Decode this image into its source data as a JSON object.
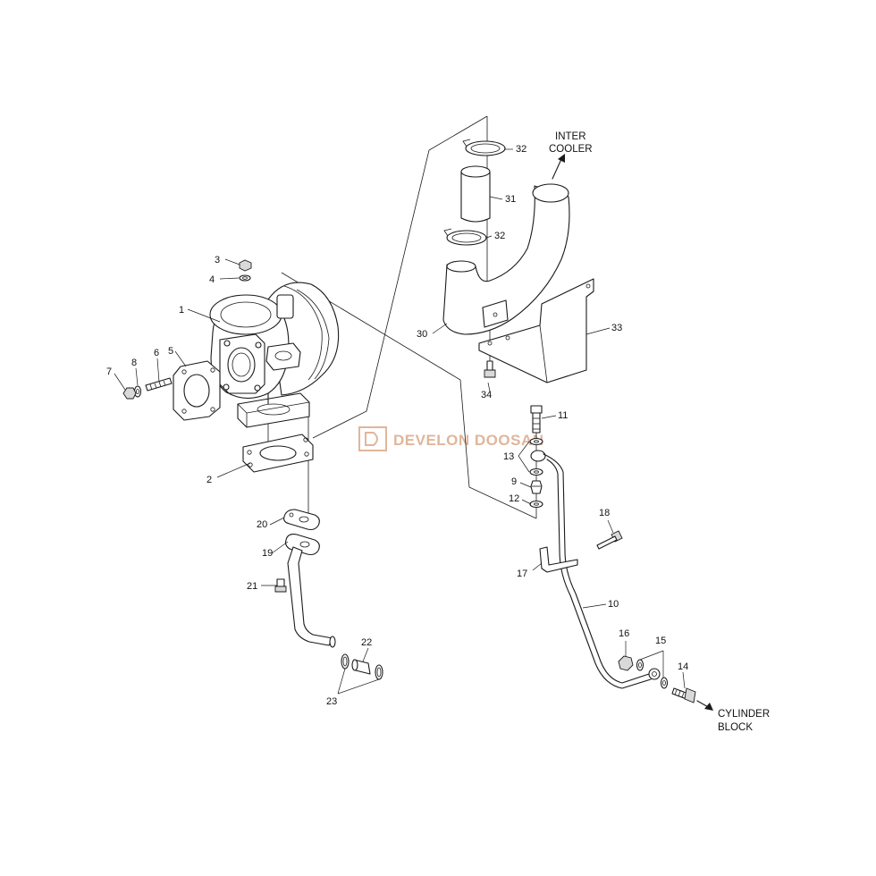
{
  "watermark": "DEVELON DOOSAN",
  "destinations": {
    "intercooler_line1": "INTER",
    "intercooler_line2": "COOLER",
    "cylinder_block_line1": "CYLINDER",
    "cylinder_block_line2": "BLOCK"
  },
  "callouts": [
    {
      "id": "p1",
      "label": "1"
    },
    {
      "id": "p2",
      "label": "2"
    },
    {
      "id": "p3",
      "label": "3"
    },
    {
      "id": "p4",
      "label": "4"
    },
    {
      "id": "p5",
      "label": "5"
    },
    {
      "id": "p6",
      "label": "6"
    },
    {
      "id": "p7",
      "label": "7"
    },
    {
      "id": "p8",
      "label": "8"
    },
    {
      "id": "p9",
      "label": "9"
    },
    {
      "id": "p10",
      "label": "10"
    },
    {
      "id": "p11",
      "label": "11"
    },
    {
      "id": "p12",
      "label": "12"
    },
    {
      "id": "p13",
      "label": "13"
    },
    {
      "id": "p14",
      "label": "14"
    },
    {
      "id": "p15",
      "label": "15"
    },
    {
      "id": "p16",
      "label": "16"
    },
    {
      "id": "p17",
      "label": "17"
    },
    {
      "id": "p18",
      "label": "18"
    },
    {
      "id": "p19",
      "label": "19"
    },
    {
      "id": "p20",
      "label": "20"
    },
    {
      "id": "p21",
      "label": "21"
    },
    {
      "id": "p22",
      "label": "22"
    },
    {
      "id": "p23",
      "label": "23"
    },
    {
      "id": "p30",
      "label": "30"
    },
    {
      "id": "p31",
      "label": "31"
    },
    {
      "id": "p32a",
      "label": "32"
    },
    {
      "id": "p32b",
      "label": "32"
    },
    {
      "id": "p33",
      "label": "33"
    },
    {
      "id": "p34",
      "label": "34"
    }
  ]
}
